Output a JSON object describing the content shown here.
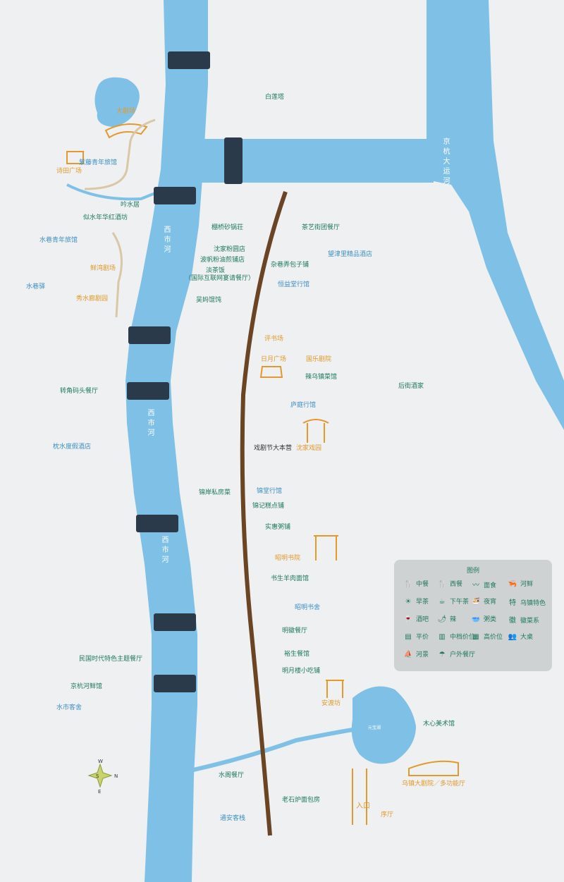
{
  "rivers": {
    "east": "京杭大运河",
    "west": "西市河"
  },
  "places": [
    {
      "id": "bailianta",
      "text": "白莲塔",
      "color": "t"
    },
    {
      "id": "dajuchang",
      "text": "大剧场",
      "color": "o"
    },
    {
      "id": "shitian",
      "text": "诗田广场",
      "color": "o"
    },
    {
      "id": "ziteng",
      "text": "紫藤青年旅馆",
      "color": "b"
    },
    {
      "id": "yinshuiju",
      "text": "吟水居",
      "color": "t"
    },
    {
      "id": "sishui",
      "text": "似水年华红酒坊",
      "color": "t"
    },
    {
      "id": "shuixiangqn",
      "text": "水巷青年旅馆",
      "color": "b"
    },
    {
      "id": "xianwan",
      "text": "鲜湾剧场",
      "color": "o"
    },
    {
      "id": "shuixiangyi",
      "text": "水巷驿",
      "color": "b"
    },
    {
      "id": "xiushui",
      "text": "秀水廊剧园",
      "color": "o"
    },
    {
      "id": "pengqiao",
      "text": "棚桥砂锅荘",
      "color": "t"
    },
    {
      "id": "chayi",
      "text": "茶艺街团餐厅",
      "color": "t"
    },
    {
      "id": "shenjia",
      "text": "沈家粉圆店",
      "color": "t"
    },
    {
      "id": "wangjin",
      "text": "望津里精品酒店",
      "color": "b"
    },
    {
      "id": "bochi",
      "text": "波帆粉油煎铺店",
      "color": "t"
    },
    {
      "id": "zaxiang",
      "text": "杂巷弄包子铺",
      "color": "t"
    },
    {
      "id": "danchafan",
      "text": "淡茶饭",
      "color": "t"
    },
    {
      "id": "danchafan_sub",
      "text": "（国际互联网宴请餐厅）",
      "color": "t"
    },
    {
      "id": "hengyi",
      "text": "恒益堂行馆",
      "color": "b"
    },
    {
      "id": "wuma",
      "text": "吴妈馄饨",
      "color": "t"
    },
    {
      "id": "pingshu",
      "text": "评书场",
      "color": "o"
    },
    {
      "id": "riyue",
      "text": "日月广场",
      "color": "o"
    },
    {
      "id": "guole",
      "text": "国乐剧院",
      "color": "o"
    },
    {
      "id": "lawu",
      "text": "辣乌镇菜馆",
      "color": "t"
    },
    {
      "id": "houjie",
      "text": "后街酒家",
      "color": "t"
    },
    {
      "id": "zhuanjiao",
      "text": "转角码头餐厅",
      "color": "t"
    },
    {
      "id": "luting",
      "text": "庐庭行馆",
      "color": "b"
    },
    {
      "id": "xijujie",
      "text": "戏剧节大本营",
      "color": "k"
    },
    {
      "id": "shenjiaxiyuan",
      "text": "沈家戏园",
      "color": "o"
    },
    {
      "id": "zhenshui",
      "text": "枕水度假酒店",
      "color": "b"
    },
    {
      "id": "jinan",
      "text": "锦岸私房菜",
      "color": "t"
    },
    {
      "id": "jintang",
      "text": "锦堂行馆",
      "color": "b"
    },
    {
      "id": "jinji",
      "text": "锦记糕点铺",
      "color": "t"
    },
    {
      "id": "shihui",
      "text": "实惠粥铺",
      "color": "t"
    },
    {
      "id": "zhaoming",
      "text": "昭明书院",
      "color": "o"
    },
    {
      "id": "shusheng",
      "text": "书生羊肉面馆",
      "color": "t"
    },
    {
      "id": "zhaomingshu",
      "text": "昭明书舍",
      "color": "b"
    },
    {
      "id": "minghui",
      "text": "明徽餐厅",
      "color": "t"
    },
    {
      "id": "yusheng",
      "text": "裕生餐馆",
      "color": "t"
    },
    {
      "id": "minguo",
      "text": "民国时代特色主题餐厅",
      "color": "t"
    },
    {
      "id": "mingyue",
      "text": "明月楼小吃铺",
      "color": "t"
    },
    {
      "id": "jinghang",
      "text": "京杭河鲜馆",
      "color": "t"
    },
    {
      "id": "andu",
      "text": "安渡坊",
      "color": "o"
    },
    {
      "id": "shuishi",
      "text": "水市客舍",
      "color": "b"
    },
    {
      "id": "muxin",
      "text": "木心美术馆",
      "color": "t"
    },
    {
      "id": "dajuyuan",
      "text": "乌镇大剧院／多功能厅",
      "color": "o"
    },
    {
      "id": "shuige",
      "text": "水阁餐厅",
      "color": "t"
    },
    {
      "id": "laoshi",
      "text": "老石炉面包房",
      "color": "t"
    },
    {
      "id": "tongan",
      "text": "通安客栈",
      "color": "b"
    },
    {
      "id": "xuting",
      "text": "序厅",
      "color": "o"
    }
  ],
  "lake_label": "元宝湖",
  "entrance_label": "入口",
  "compass": {
    "n": "N",
    "s": "S",
    "e": "E",
    "w": "W"
  },
  "legend": {
    "title": "图例",
    "items": [
      "中餐",
      "西餐",
      "面食",
      "河鲜",
      "早茶",
      "下午茶",
      "夜宵",
      "乌镇特色",
      "酒吧",
      "辣",
      "粥类",
      "徽菜系",
      "平价",
      "中档价位",
      "高价位",
      "大桌",
      "河景",
      "户外餐厅"
    ],
    "icons": [
      "🍴",
      "🍴",
      "〰",
      "🦐",
      "☀",
      "☕",
      "🍜",
      "特",
      "🍷",
      "🌶",
      "🥣",
      "徽",
      "▤",
      "▥",
      "▦",
      "👥",
      "⛵",
      "☂"
    ]
  },
  "colors": {
    "water": "#7fc1e6",
    "road": "#6b4423",
    "teal": "#1f7a5c",
    "blue": "#3e8fc4",
    "orange": "#e39a2a",
    "bg": "#eef0f1"
  }
}
